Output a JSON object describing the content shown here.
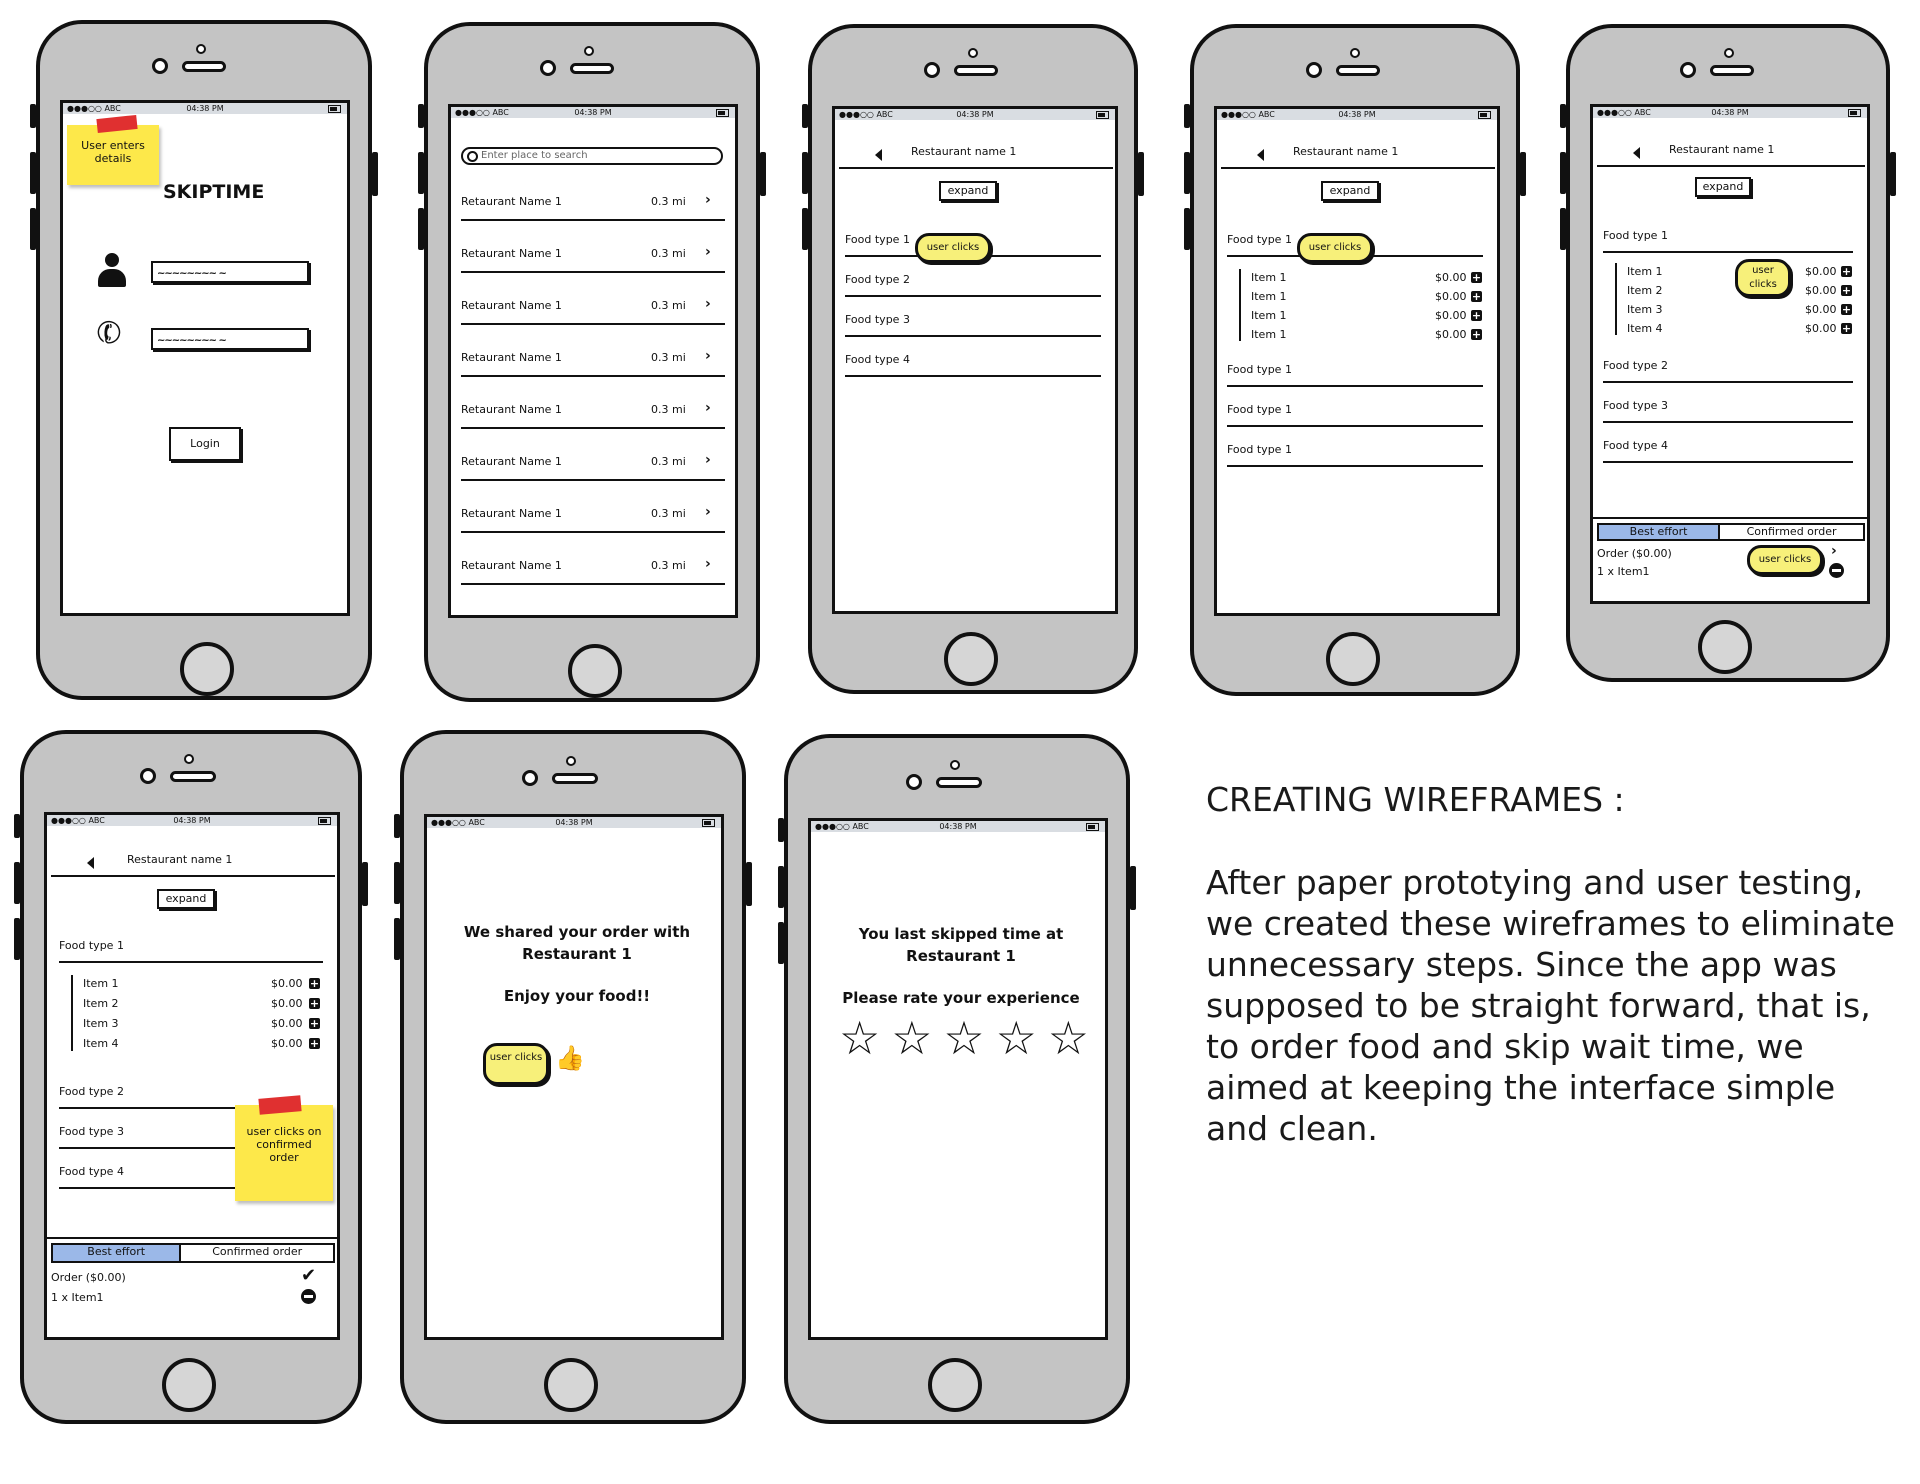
{
  "status_bar": {
    "signal": "●●●○○ ABC",
    "time": "04:38 PM"
  },
  "screen1": {
    "sticky_note": "User enters details",
    "app_title": "SKIPTIME",
    "name_field_scribble": "~~~~~~~~ ~",
    "phone_field_scribble": "~~~~~~~~ ~",
    "login_label": "Login",
    "icons": [
      "user-icon",
      "phone-icon"
    ]
  },
  "screen2": {
    "search_placeholder": "Enter place to search",
    "rows": [
      {
        "name": "Retaurant Name 1",
        "distance": "0.3 mi"
      },
      {
        "name": "Retaurant Name 1",
        "distance": "0.3 mi"
      },
      {
        "name": "Retaurant Name 1",
        "distance": "0.3 mi"
      },
      {
        "name": "Retaurant Name 1",
        "distance": "0.3 mi"
      },
      {
        "name": "Retaurant Name 1",
        "distance": "0.3 mi"
      },
      {
        "name": "Retaurant Name 1",
        "distance": "0.3 mi"
      },
      {
        "name": "Retaurant Name 1",
        "distance": "0.3 mi"
      },
      {
        "name": "Retaurant Name 1",
        "distance": "0.3 mi"
      }
    ]
  },
  "screen3": {
    "title": "Restaurant name 1",
    "expand": "expand",
    "food_types": [
      "Food type 1",
      "Food type 2",
      "Food type 3",
      "Food type 4"
    ],
    "callout": "user clicks"
  },
  "screen4": {
    "title": "Restaurant name 1",
    "expand": "expand",
    "food_type_open": "Food type 1",
    "callout": "user clicks",
    "items": [
      {
        "name": "Item 1",
        "price": "$0.00"
      },
      {
        "name": "Item 1",
        "price": "$0.00"
      },
      {
        "name": "Item 1",
        "price": "$0.00"
      },
      {
        "name": "Item 1",
        "price": "$0.00"
      }
    ],
    "food_types_rest": [
      "Food type 1",
      "Food type 1",
      "Food type 1"
    ]
  },
  "screen5": {
    "title": "Restaurant name 1",
    "expand": "expand",
    "food_type_open": "Food type 1",
    "items": [
      {
        "name": "Item 1",
        "price": "$0.00"
      },
      {
        "name": "Item 2",
        "price": "$0.00"
      },
      {
        "name": "Item 3",
        "price": "$0.00"
      },
      {
        "name": "Item 4",
        "price": "$0.00"
      }
    ],
    "item_callout": "user clicks",
    "food_types_rest": [
      "Food type 2",
      "Food type 3",
      "Food type 4"
    ],
    "seg_best": "Best effort",
    "seg_confirmed": "Confirmed order",
    "order_total": "Order ($0.00)",
    "order_item": "1 x Item1",
    "order_callout": "user clicks"
  },
  "screen6": {
    "title": "Restaurant name 1",
    "expand": "expand",
    "food_type_open": "Food type 1",
    "items": [
      {
        "name": "Item 1",
        "price": "$0.00"
      },
      {
        "name": "Item 2",
        "price": "$0.00"
      },
      {
        "name": "Item 3",
        "price": "$0.00"
      },
      {
        "name": "Item 4",
        "price": "$0.00"
      }
    ],
    "food_types_rest": [
      "Food type 2",
      "Food type 3",
      "Food type 4"
    ],
    "sticky_note": "user clicks on confirmed order",
    "seg_best": "Best effort",
    "seg_confirmed": "Confirmed order",
    "order_total": "Order ($0.00)",
    "order_item": "1 x Item1"
  },
  "screen7": {
    "message_line1": "We shared your order with",
    "message_line2": "Restaurant 1",
    "enjoy": "Enjoy your food!!",
    "callout": "user clicks"
  },
  "screen8": {
    "message_line1": "You last skipped time at",
    "message_line2": "Restaurant 1",
    "rate": "Please rate your experience",
    "stars": [
      "☆",
      "☆",
      "☆",
      "☆",
      "☆"
    ]
  },
  "description": {
    "heading": "CREATING WIREFRAMES :",
    "body": "After paper prototying and user testing, we created these wireframes to eliminate unnecessary steps. Since the app was supposed to be straight forward, that is, to order food and skip wait time, we aimed at keeping the interface simple and clean."
  }
}
